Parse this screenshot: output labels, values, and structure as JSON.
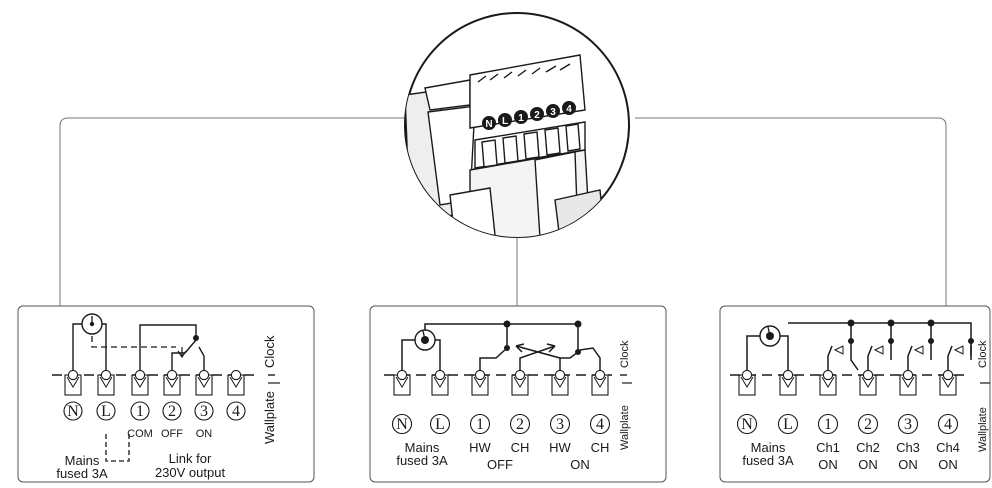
{
  "diagram": {
    "panels": {
      "left": {
        "terminals": [
          "N",
          "L",
          "1",
          "2",
          "3",
          "4"
        ],
        "label_com": "COM",
        "label_off": "OFF",
        "label_on": "ON",
        "mains_line1": "Mains",
        "mains_line2": "fused 3A",
        "link_line1": "Link for",
        "link_line2": "230V output",
        "side_wallplate": "Wallplate",
        "side_clock": "Clock"
      },
      "middle": {
        "terminals": [
          "N",
          "L",
          "1",
          "2",
          "3",
          "4"
        ],
        "mains_line1": "Mains",
        "mains_line2": "fused 3A",
        "sub_labels": [
          "HW",
          "CH",
          "HW",
          "CH"
        ],
        "group_off": "OFF",
        "group_on": "ON",
        "side_wallplate": "Wallplate",
        "side_clock": "Clock"
      },
      "right": {
        "terminals": [
          "N",
          "L",
          "1",
          "2",
          "3",
          "4"
        ],
        "mains_line1": "Mains",
        "mains_line2": "fused 3A",
        "channels": [
          "Ch1",
          "Ch2",
          "Ch3",
          "Ch4"
        ],
        "channel_state": "ON",
        "side_wallplate": "Wallplate",
        "side_clock": "Clock"
      }
    },
    "connector_markings": [
      "N",
      "L",
      "1",
      "2",
      "3",
      "4"
    ]
  }
}
